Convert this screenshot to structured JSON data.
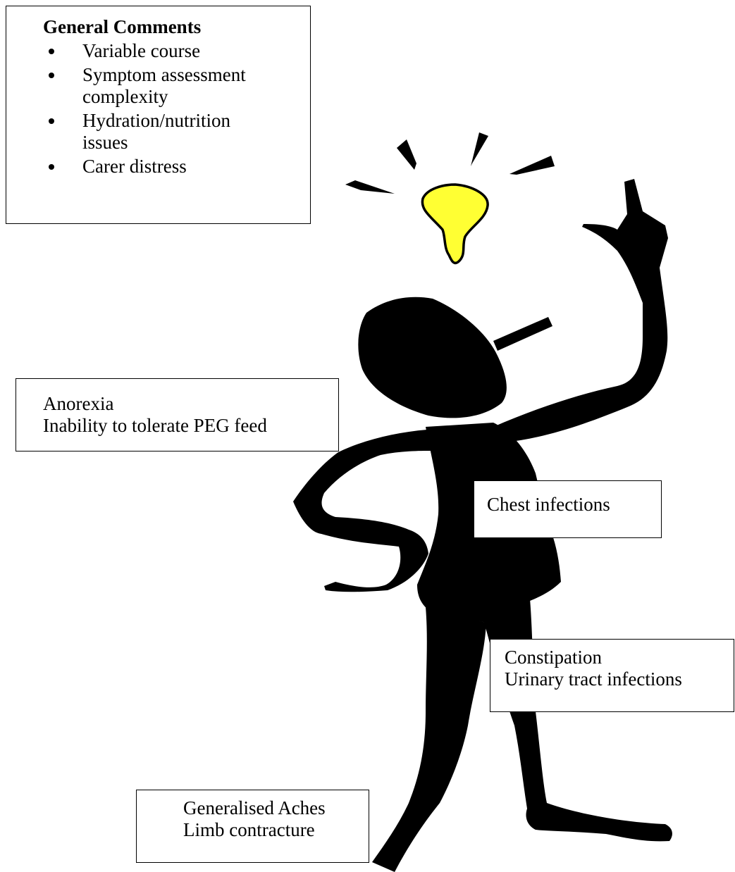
{
  "general_comments": {
    "title": "General Comments",
    "items": [
      "Variable course",
      "Symptom assessment",
      "complexity",
      "Hydration/nutrition",
      "issues",
      "Carer distress"
    ]
  },
  "boxes": {
    "anorexia": [
      "Anorexia",
      "Inability to tolerate PEG feed"
    ],
    "chest": [
      "Chest infections"
    ],
    "constipation": [
      "Constipation",
      "Urinary tract infections"
    ],
    "aches": [
      "Generalised Aches",
      "Limb contracture"
    ]
  },
  "colors": {
    "figure": "#000000",
    "bulb": "#ffff33",
    "outline": "#000000"
  },
  "icons": [
    "lightbulb-icon",
    "thinking-figure-icon"
  ]
}
